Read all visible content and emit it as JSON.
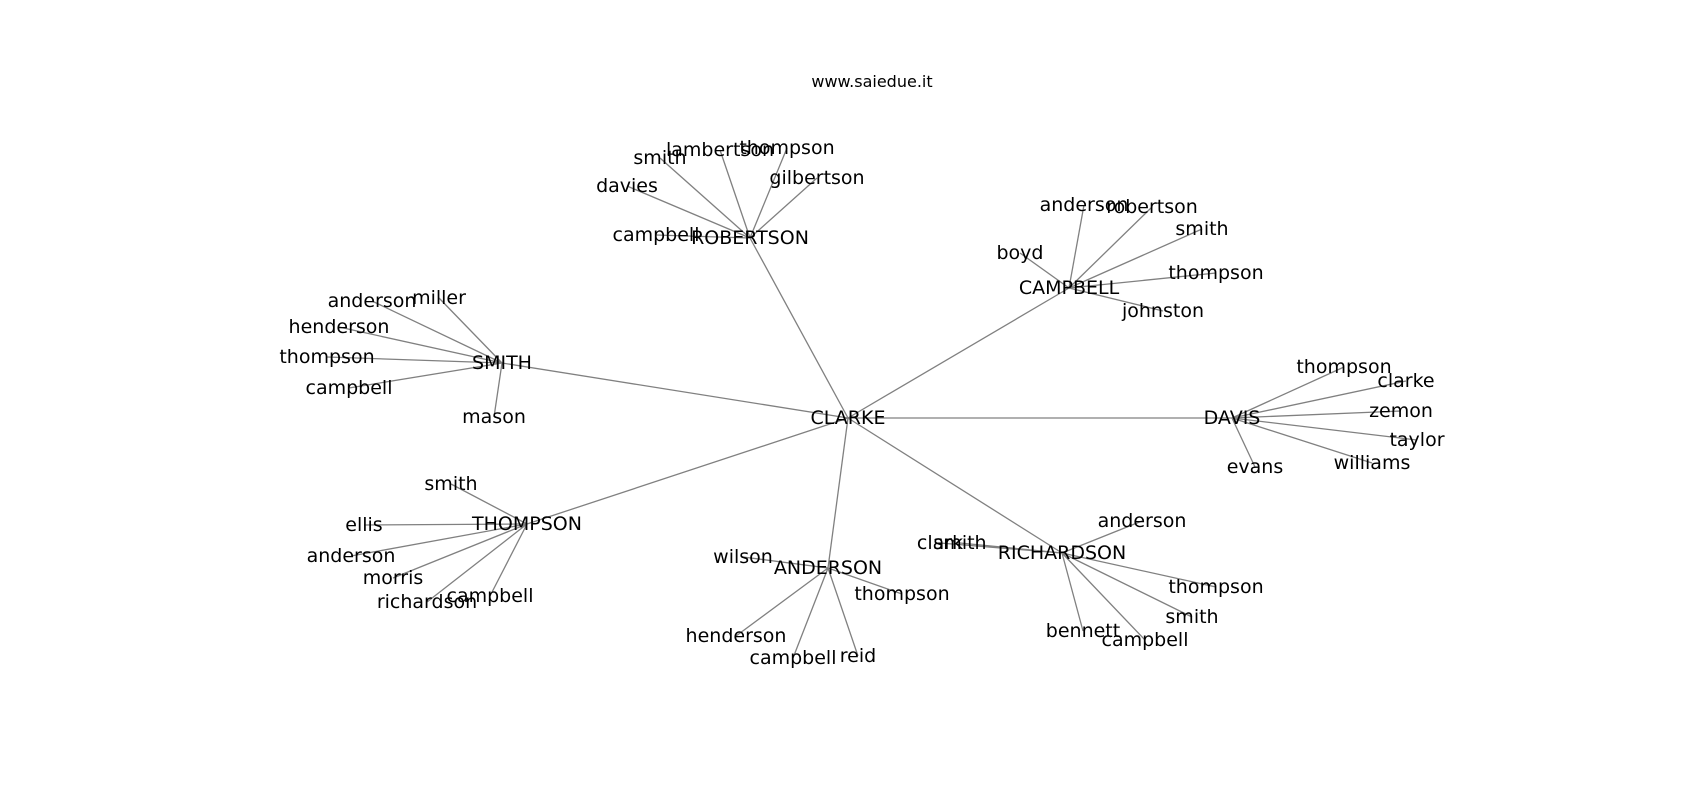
{
  "title": "www.saiedue.it",
  "center": "CLARKE",
  "hubs": [
    {
      "key": "robertson",
      "name": "ROBERTSON",
      "leaves": [
        "smith",
        "lambertson",
        "thompson",
        "davies",
        "gilbertson",
        "campbell"
      ]
    },
    {
      "key": "campbell",
      "name": "CAMPBELL",
      "leaves": [
        "anderson",
        "robertson",
        "smith",
        "boyd",
        "thompson",
        "johnston"
      ]
    },
    {
      "key": "smith",
      "name": "SMITH",
      "leaves": [
        "anderson",
        "miller",
        "henderson",
        "thompson",
        "campbell",
        "mason"
      ]
    },
    {
      "key": "davis",
      "name": "DAVIS",
      "leaves": [
        "thompson",
        "clarke",
        "zemon",
        "taylor",
        "williams",
        "evans"
      ]
    },
    {
      "key": "thompson",
      "name": "THOMPSON",
      "leaves": [
        "smith",
        "ellis",
        "anderson",
        "morris",
        "richardson",
        "campbell"
      ]
    },
    {
      "key": "anderson",
      "name": "ANDERSON",
      "leaves": [
        "wilson",
        "thompson",
        "henderson",
        "campbell",
        "reid"
      ]
    },
    {
      "key": "richardson",
      "name": "RICHARDSON",
      "leaves": [
        "clark",
        "smith",
        "anderson",
        "thompson",
        "smith",
        "bennett",
        "campbell"
      ]
    }
  ]
}
